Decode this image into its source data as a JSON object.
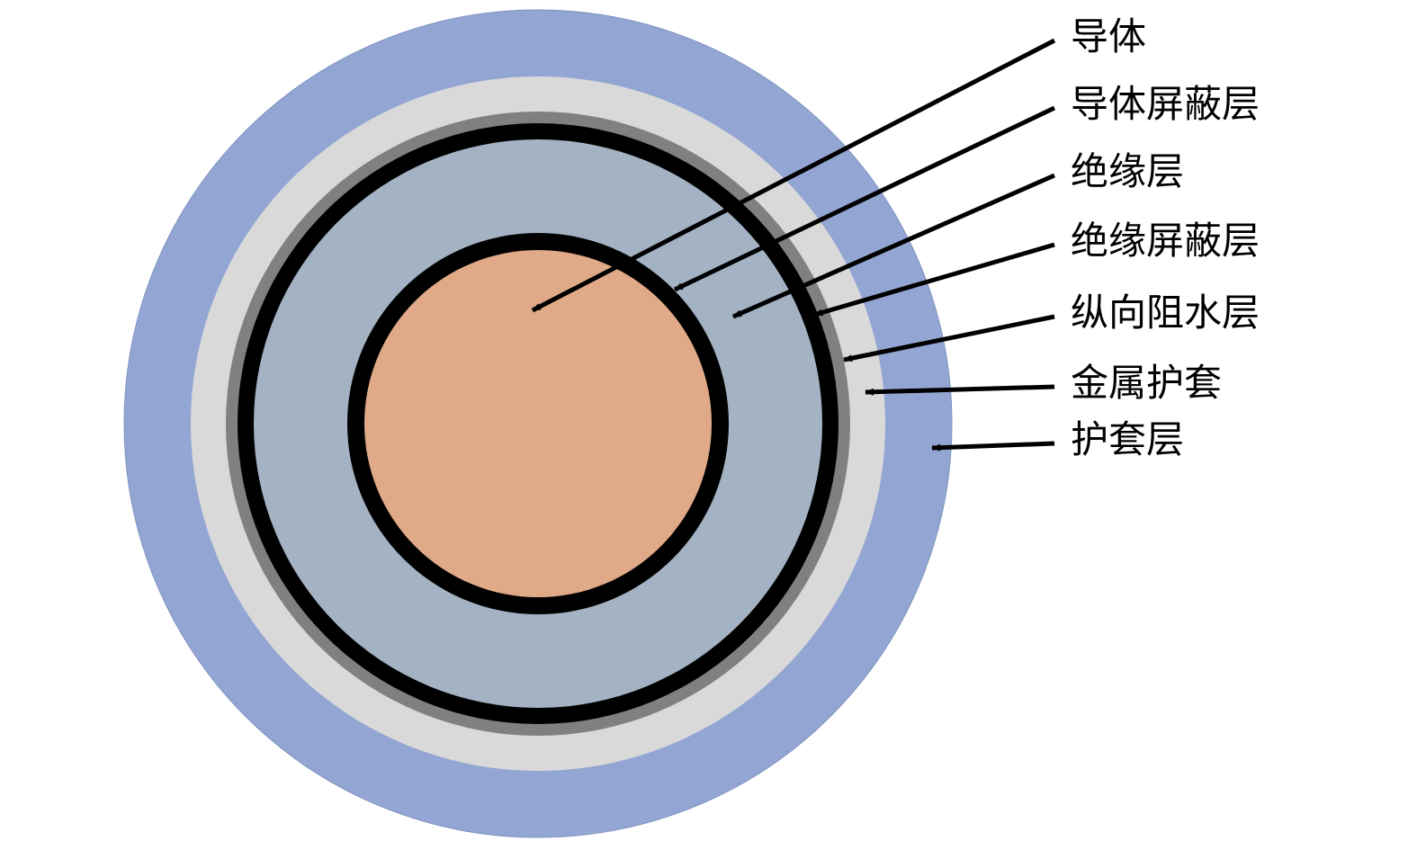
{
  "title": "cable cross-section",
  "layers": [
    {
      "label": "导体",
      "color": "#e0a987"
    },
    {
      "label": "导体屏蔽层",
      "color": "#000000"
    },
    {
      "label": "绝缘层",
      "color": "#a3b3c3"
    },
    {
      "label": "绝缘屏蔽层",
      "color": "#000000"
    },
    {
      "label": "纵向阻水层",
      "color": "#808080"
    },
    {
      "label": "金属护套",
      "color": "#d9d9d9"
    },
    {
      "label": "护套层",
      "color": "#93a6d3"
    }
  ]
}
